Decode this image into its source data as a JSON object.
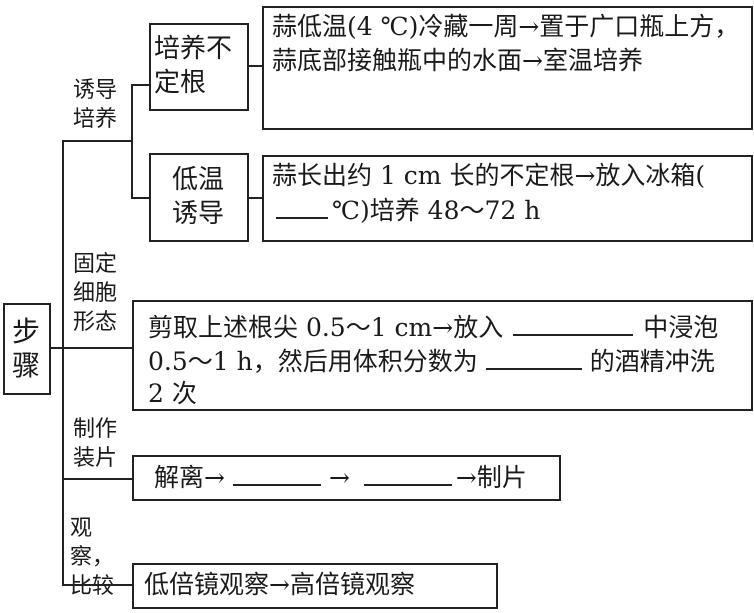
{
  "root": "步骤",
  "branches": [
    {
      "label": "诱导培养",
      "steps": [
        {
          "name": "培养不定根",
          "detail": "蒜低温(4 ℃)冷藏一周→置于广口瓶上方，蒜底部接触瓶中的水面→室温培养"
        },
        {
          "name": "低温诱导",
          "detail_a": "蒜长出约 1 cm 长的不定根→放入冰箱(",
          "detail_b": "℃)培养 48～72 h"
        }
      ]
    },
    {
      "label": "固定细胞形态",
      "detail_a": "剪取上述根尖 0.5～1 cm→放入",
      "detail_b": "中浸泡0.5～1 h，然后用体积分数为",
      "detail_c": "的酒精冲洗 2 次"
    },
    {
      "label": "制作装片",
      "detail_a": "解离→",
      "detail_b": "→",
      "detail_c": "→制片"
    },
    {
      "label": "观察，比较",
      "detail": "低倍镜观察→高倍镜观察"
    }
  ]
}
